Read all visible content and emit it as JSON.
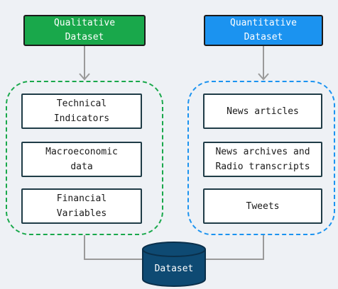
{
  "colors": {
    "qualitative": "#19a84b",
    "quantitative": "#1b93f0",
    "connector": "#9a9a9a",
    "database": "#0e4a73",
    "item_border": "#1f3c47"
  },
  "left": {
    "header": "Qualitative\nDataset",
    "items": [
      "Technical\nIndicators",
      "Macroeconomic\ndata",
      "Financial\nVariables"
    ]
  },
  "right": {
    "header": "Quantitative\nDataset",
    "items": [
      "News articles",
      "News archives and\nRadio transcripts",
      "Tweets"
    ]
  },
  "output": {
    "label": "Dataset"
  }
}
